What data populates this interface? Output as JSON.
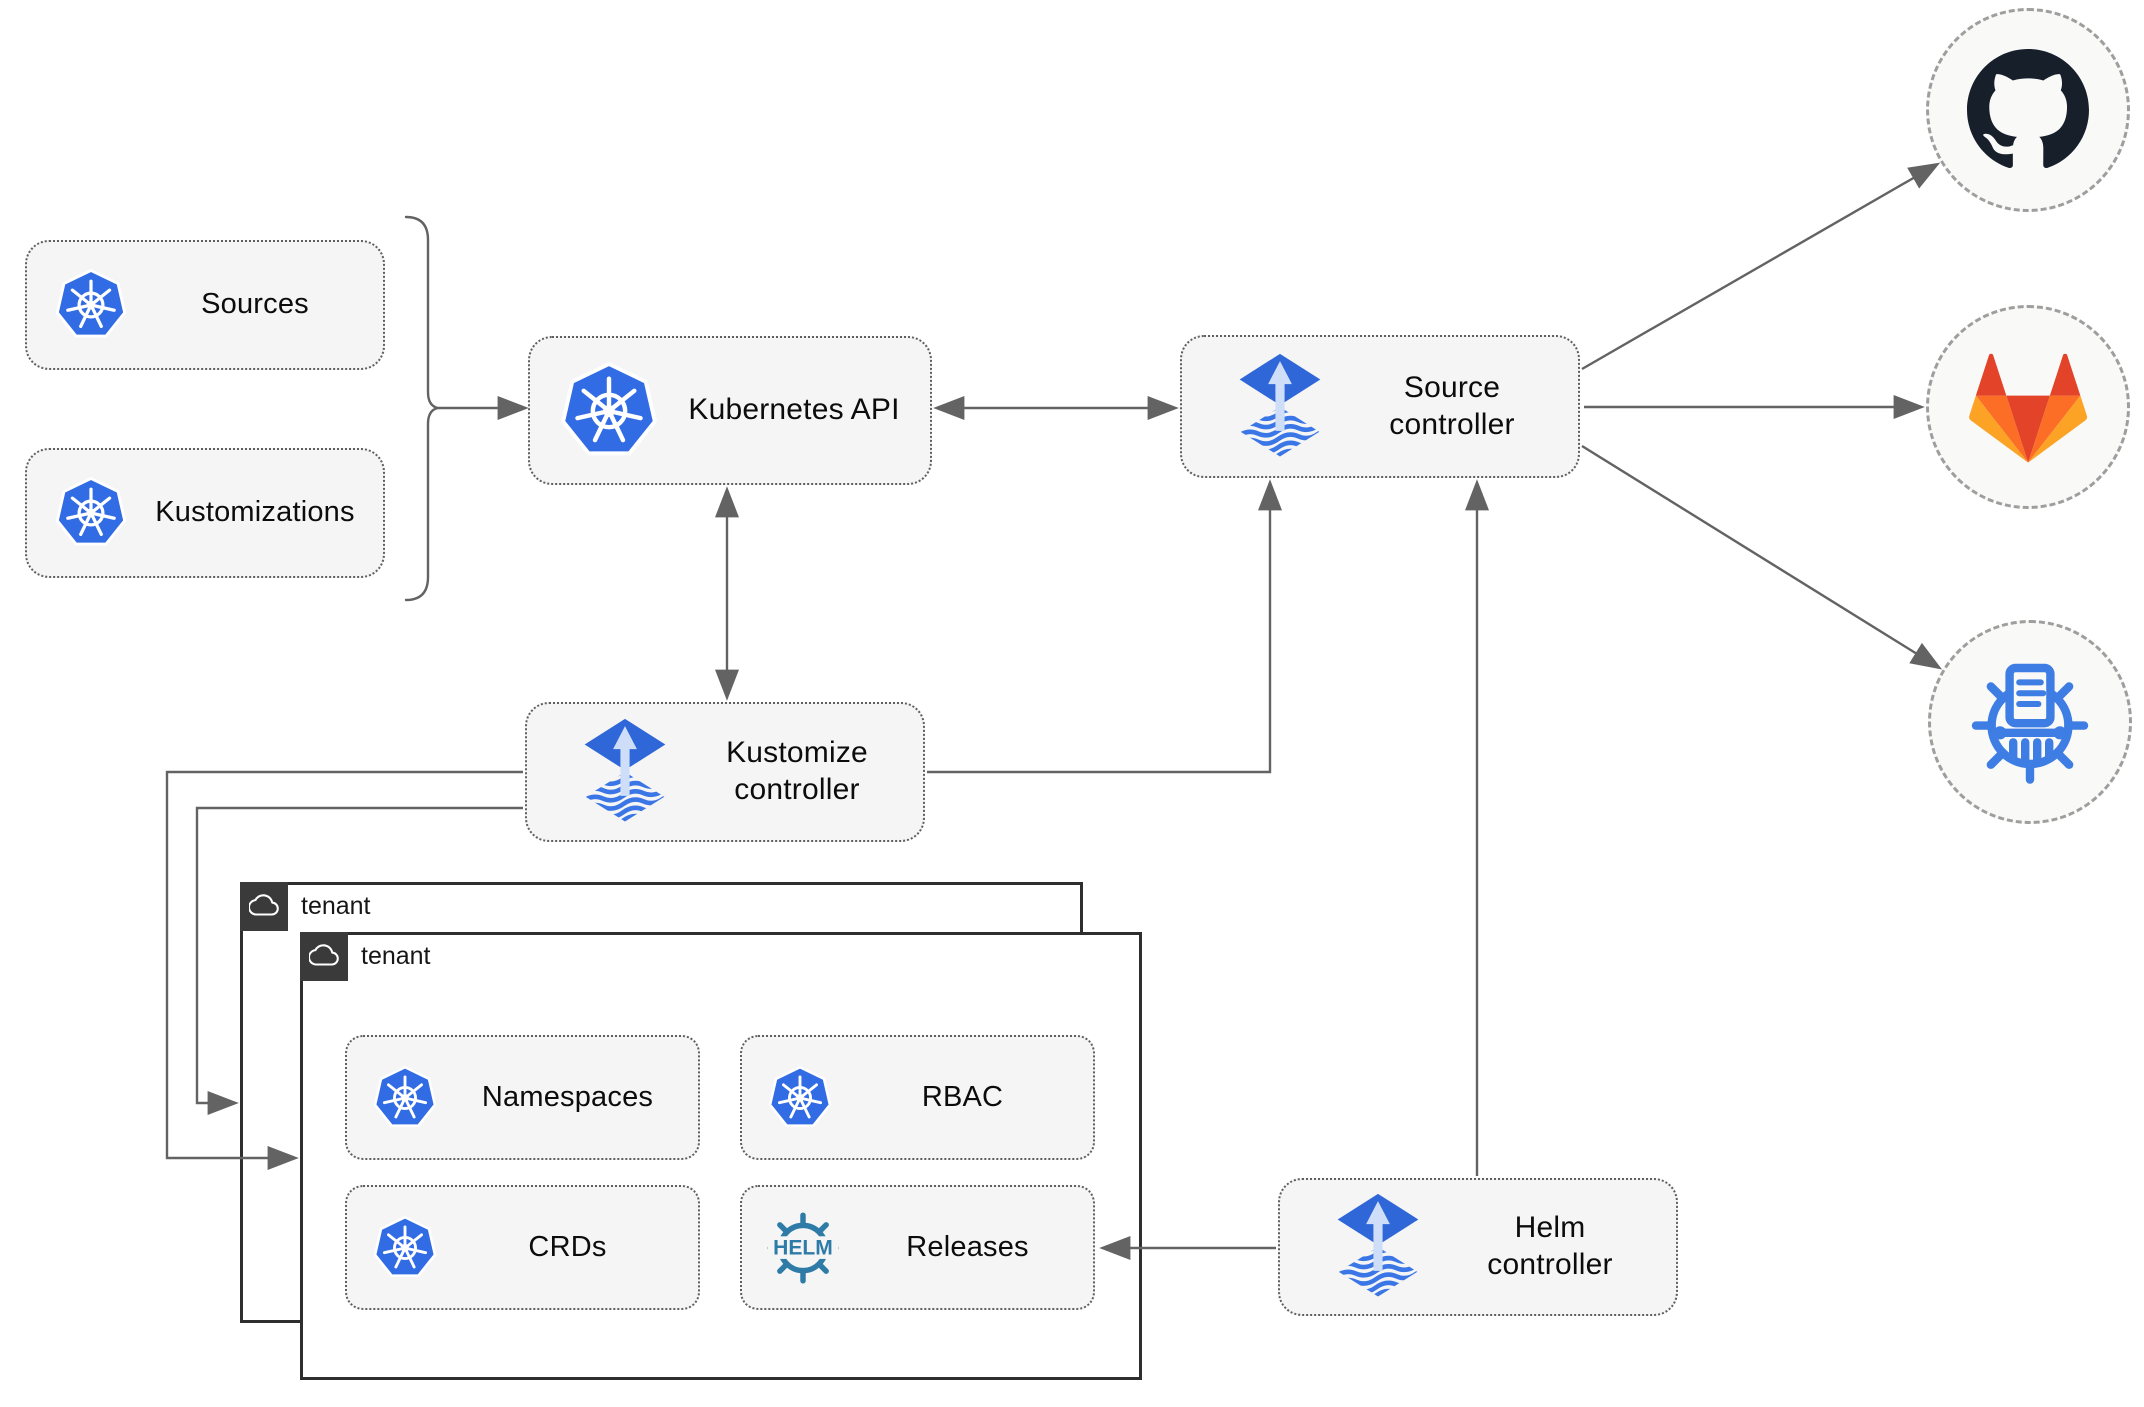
{
  "nodes": {
    "sources": {
      "label": "Sources",
      "icon": "kubernetes"
    },
    "kustomizations": {
      "label": "Kustomizations",
      "icon": "kubernetes"
    },
    "kubernetes_api": {
      "label": "Kubernetes API",
      "icon": "kubernetes"
    },
    "source_controller": {
      "label": "Source controller",
      "icon": "flux"
    },
    "kustomize_controller": {
      "label": "Kustomize controller",
      "icon": "flux"
    },
    "helm_controller": {
      "label": "Helm controller",
      "icon": "flux"
    },
    "namespaces": {
      "label": "Namespaces",
      "icon": "kubernetes"
    },
    "rbac": {
      "label": "RBAC",
      "icon": "kubernetes"
    },
    "crds": {
      "label": "CRDs",
      "icon": "kubernetes"
    },
    "releases": {
      "label": "Releases",
      "icon": "helm"
    }
  },
  "groups": {
    "tenant_back": {
      "label": "tenant",
      "icon": "cloud"
    },
    "tenant_front": {
      "label": "tenant",
      "icon": "cloud"
    }
  },
  "endpoints": {
    "github": {
      "icon": "github-logo"
    },
    "gitlab": {
      "icon": "gitlab-logo"
    },
    "registry": {
      "icon": "kustomize-logo"
    }
  },
  "icons": {
    "helm_logo_text": "HELM"
  },
  "colors": {
    "kubernetes_blue": "#326ce5",
    "flux_diamond_blue": "#2f66d8",
    "flux_wave_blue": "#3b76e6",
    "flux_arrow_light": "#cfdef8",
    "helm_teal": "#2e7ba8",
    "github_dark": "#171f2b",
    "gitlab_dark_orange": "#e24329",
    "gitlab_orange": "#fc6d26",
    "gitlab_light_orange": "#fca326",
    "registry_blue": "#3d7de4",
    "connector_gray": "#636363",
    "node_fill": "#f5f5f5",
    "node_border": "#5f5f5f",
    "tenant_border": "#2e2e2e",
    "badge_fill": "#3a3a3a"
  }
}
